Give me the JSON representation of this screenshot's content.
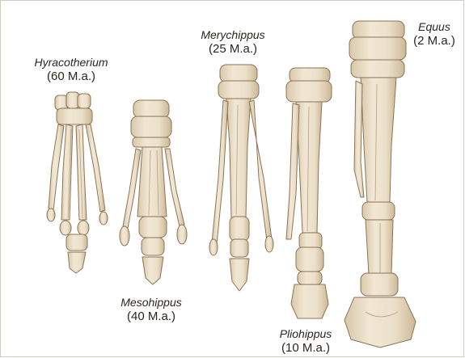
{
  "specimens": [
    {
      "name": "Hyracotherium",
      "age": "(60 M.a.)"
    },
    {
      "name": "Mesohippus",
      "age": "(40 M.a.)"
    },
    {
      "name": "Merychippus",
      "age": "(25 M.a.)"
    },
    {
      "name": "Pliohippus",
      "age": "(10 M.a.)"
    },
    {
      "name": "Equus",
      "age": "(2 M.a.)"
    }
  ],
  "colors": {
    "bone": "#eee3cf",
    "bone_shade": "#d8c6a8",
    "outline": "#8a7456",
    "text": "#2b2520"
  }
}
